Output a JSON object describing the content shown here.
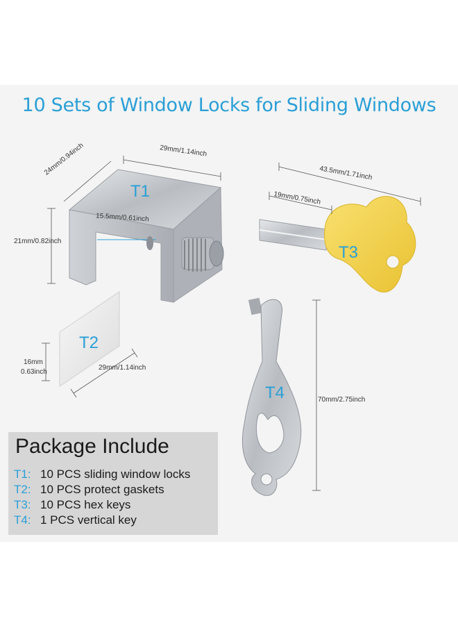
{
  "title": "10 Sets of Window Locks for Sliding Windows",
  "dimensions": {
    "t1_width": "29mm/1.14inch",
    "t1_depth": "24mm/0.94inch",
    "t1_height": "21mm/0.82inch",
    "t1_inner": "15.5mm/0.61inch",
    "t2_height_mm": "16mm",
    "t2_height_in": "0.63inch",
    "t2_width": "29mm/1.14inch",
    "t3_length": "43.5mm/1.71inch",
    "t3_shaft": "19mm/0.75inch",
    "t4_length": "70mm/2.75inch"
  },
  "labels": {
    "t1": "T1",
    "t2": "T2",
    "t3": "T3",
    "t4": "T4"
  },
  "package": {
    "title": "Package Include",
    "items": [
      {
        "code": "T1:",
        "text": "10 PCS sliding window locks"
      },
      {
        "code": "T2:",
        "text": "10 PCS protect gaskets"
      },
      {
        "code": "T3:",
        "text": "10 PCS hex keys"
      },
      {
        "code": "T4:",
        "text": "1 PCS vertical key"
      }
    ]
  },
  "colors": {
    "accent": "#2a9fd6",
    "key_yellow": "#f5d44a",
    "metal": "#c9ccd0"
  }
}
